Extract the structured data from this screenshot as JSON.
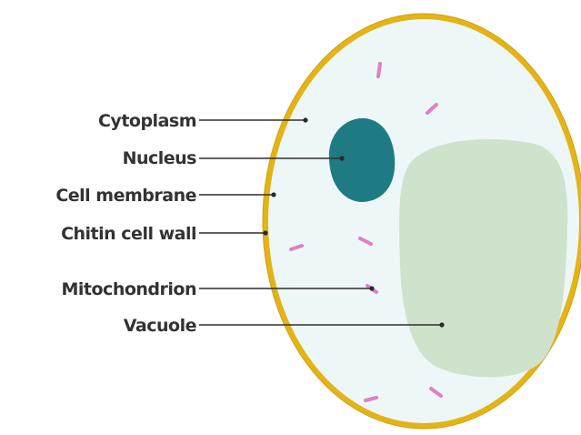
{
  "labels": {
    "cytoplasm": "Cytoplasm",
    "nucleus": "Nucleus",
    "cell_membrane": "Cell membrane",
    "chitin_cell_wall": "Chitin cell wall",
    "mitochondrion": "Mitochondrion",
    "vacuole": "Vacuole"
  },
  "colors": {
    "cell_wall": "#e3b417",
    "cytoplasm": "#eef7f8",
    "nucleus": "#1e7b83",
    "vacuole": "#cfe2cb",
    "mitochondria": "#e07fc4",
    "text": "#333333",
    "leader_line": "#2f2f2f"
  }
}
